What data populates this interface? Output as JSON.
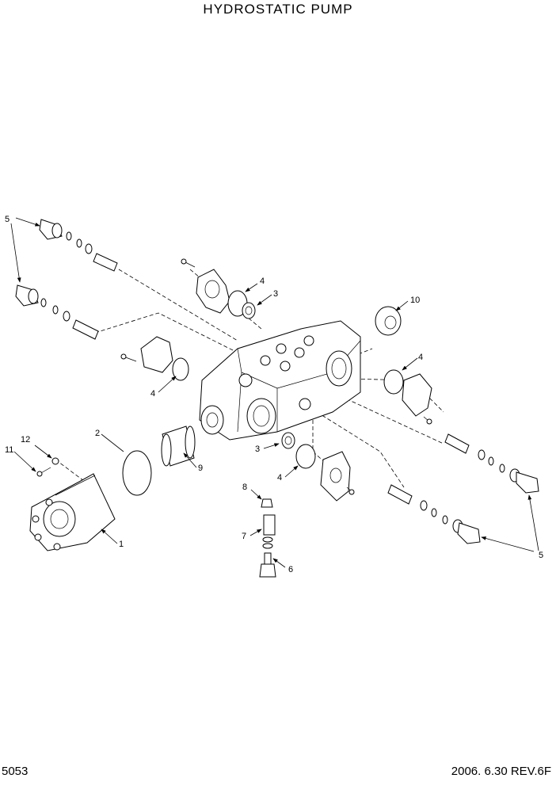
{
  "title": "HYDROSTATIC PUMP",
  "page_number": "5053",
  "revision": "2006. 6.30  REV.6F",
  "callouts": {
    "c1": "1",
    "c2": "2",
    "c3a": "3",
    "c3b": "3",
    "c4a": "4",
    "c4b": "4",
    "c4c": "4",
    "c4d": "4",
    "c5a": "5",
    "c5b": "5",
    "c6": "6",
    "c7": "7",
    "c8": "8",
    "c9": "9",
    "c10": "10",
    "c11": "11",
    "c12": "12"
  }
}
